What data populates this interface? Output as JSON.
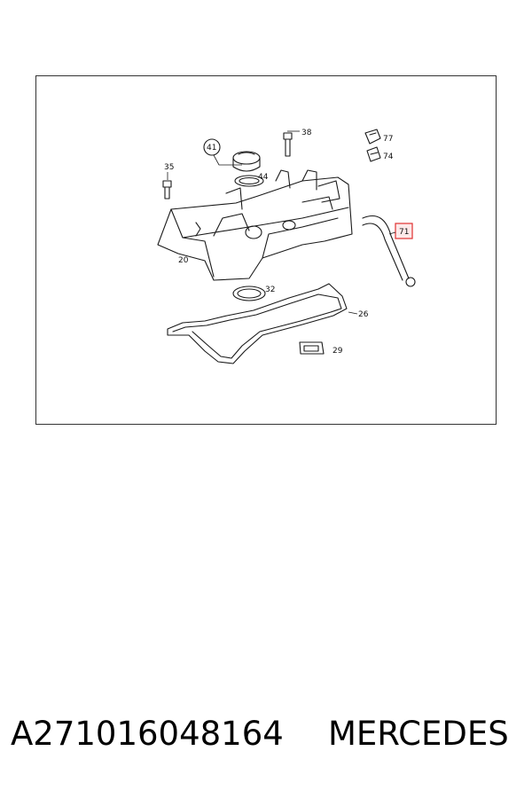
{
  "diagram": {
    "labels": {
      "l20": "20",
      "l26": "26",
      "l29": "29",
      "l32": "32",
      "l35": "35",
      "l38": "38",
      "l41": "41",
      "l44": "44",
      "l71": "71",
      "l74": "74",
      "l77": "77"
    },
    "highlight_color": "#e03030"
  },
  "caption": {
    "part_number": "A271016048164",
    "brand": "MERCEDES"
  }
}
